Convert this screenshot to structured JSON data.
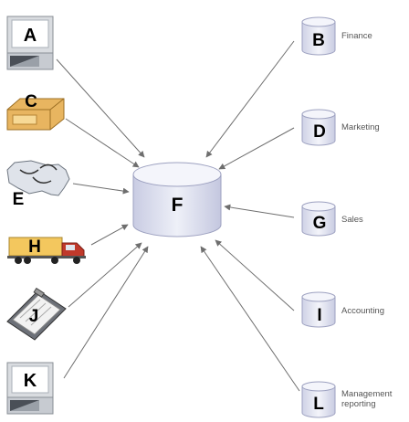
{
  "hub": {
    "letter": "F"
  },
  "sources": [
    {
      "letter": "A",
      "icon": "computer-terminal-icon"
    },
    {
      "letter": "C",
      "icon": "cardboard-box-icon"
    },
    {
      "letter": "E",
      "icon": "us-map-icon"
    },
    {
      "letter": "H",
      "icon": "delivery-truck-icon"
    },
    {
      "letter": "J",
      "icon": "clipboard-icon"
    },
    {
      "letter": "K",
      "icon": "computer-terminal-icon"
    }
  ],
  "targets": [
    {
      "letter": "B",
      "label": "Finance",
      "icon": "database-cylinder-icon"
    },
    {
      "letter": "D",
      "label": "Marketing",
      "icon": "database-cylinder-icon"
    },
    {
      "letter": "G",
      "label": "Sales",
      "icon": "database-cylinder-icon"
    },
    {
      "letter": "I",
      "label": "Accounting",
      "icon": "database-cylinder-icon"
    },
    {
      "letter": "L",
      "label": "Management reporting",
      "label_lines": [
        "Management",
        "reporting"
      ],
      "icon": "database-cylinder-icon"
    }
  ],
  "colors": {
    "cylinder_fill": "#e2e4f2",
    "cylinder_top": "#f4f5fb",
    "arrow": "#6e6e6e",
    "box_tan": "#e8b560",
    "truck_red": "#c0392b",
    "truck_body": "#f3c75e"
  }
}
